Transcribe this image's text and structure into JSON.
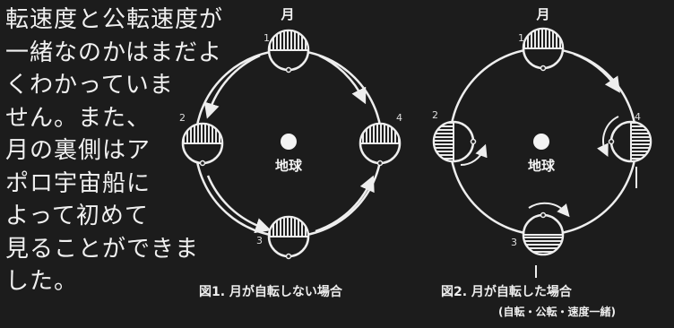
{
  "body_text": {
    "lines": [
      "転速度と公転速度が",
      "一緒なのかはまだよ",
      "くわかっていま",
      "せん。また、",
      "月の裏側はア",
      "ポロ宇宙船に",
      "よって初めて",
      "見ることができま",
      "した。"
    ]
  },
  "figure1": {
    "moon_label": "月",
    "earth_label": "地球",
    "position_numbers": [
      "1",
      "2",
      "3",
      "4"
    ],
    "caption": "図1. 月が自転しない場合"
  },
  "figure2": {
    "moon_label": "月",
    "earth_label": "地球",
    "position_numbers": [
      "1",
      "2",
      "3",
      "4"
    ],
    "caption": "図2. 月が自転した場合",
    "caption_sub": "(自転・公転・速度一緒)"
  },
  "colors": {
    "background": "#1c1c1c",
    "foreground": "#ececec"
  }
}
